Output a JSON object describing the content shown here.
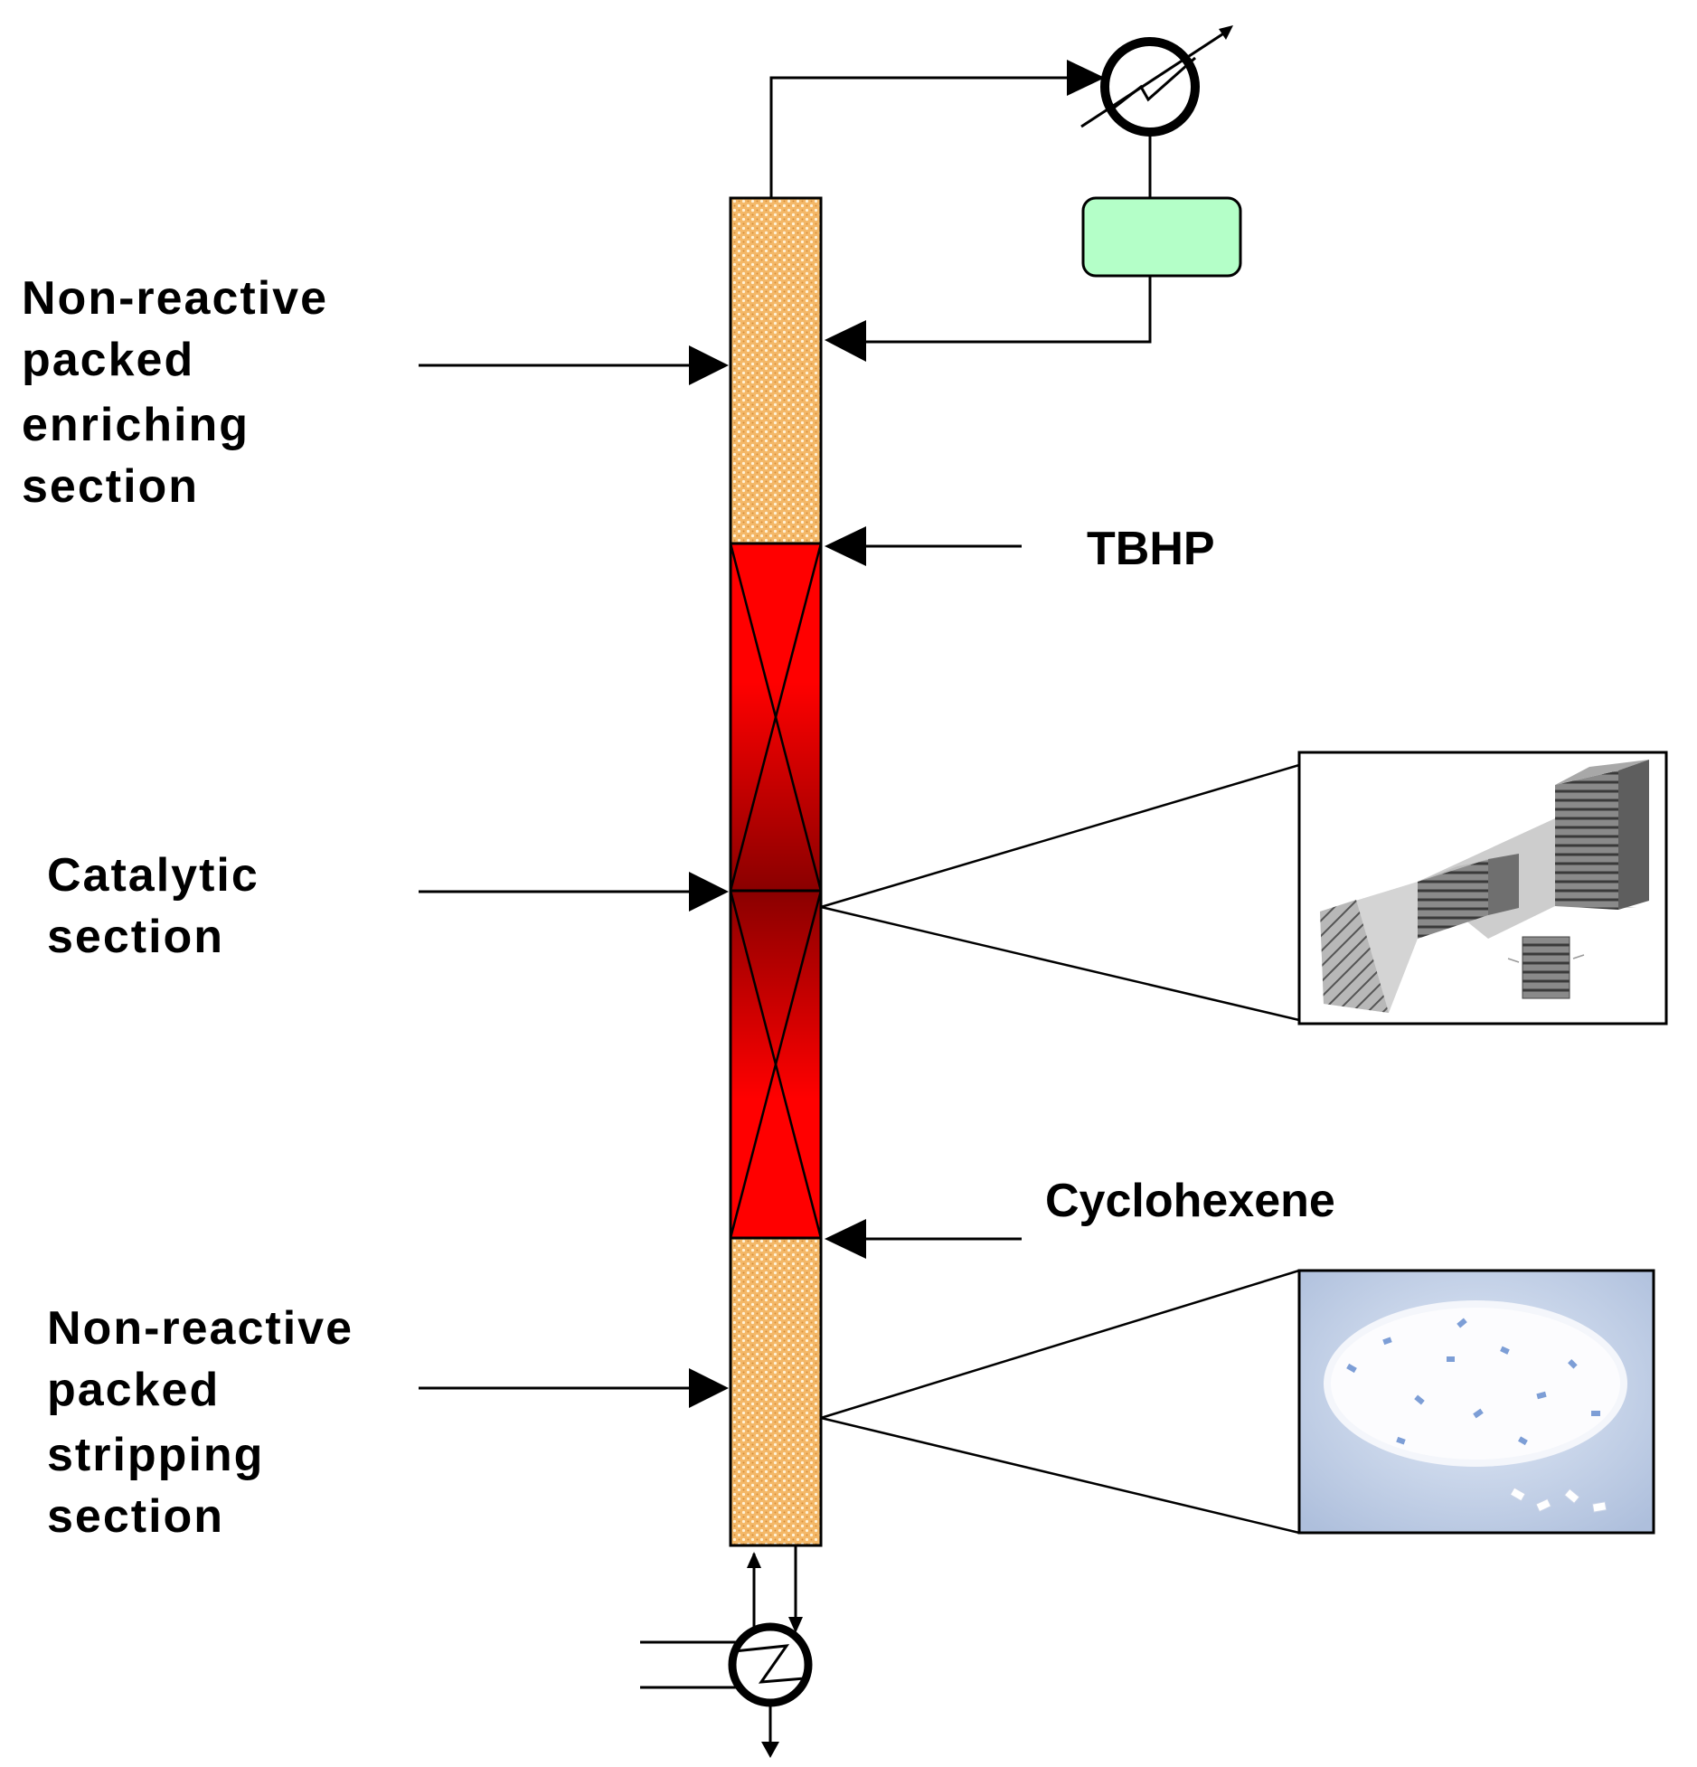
{
  "labels": {
    "enriching": [
      "Non-reactive",
      "packed",
      "enriching",
      "section"
    ],
    "catalytic": [
      "Catalytic",
      "section"
    ],
    "stripping": [
      "Non-reactive",
      "packed",
      "stripping",
      "section"
    ],
    "feed_top": "TBHP",
    "feed_bottom": "Cyclohexene"
  },
  "colors": {
    "packed_section": "#f0b060",
    "catalytic_section": "#ff0000",
    "catalytic_center": "#8a0000",
    "reflux_drum": "#b4ffc8"
  },
  "icons": {
    "condenser": "heat-exchanger-icon",
    "reboiler": "heat-exchanger-icon",
    "structured_packing": "structured-packing-image",
    "random_packing": "random-packing-image"
  }
}
